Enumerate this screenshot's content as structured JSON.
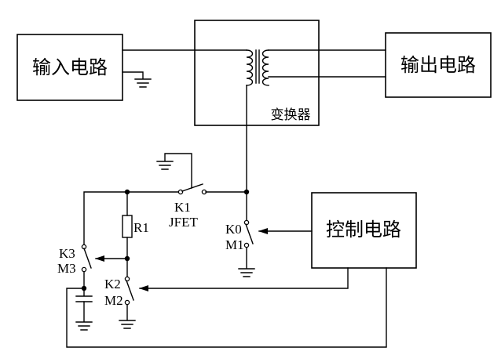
{
  "blocks": {
    "input": "输入电路",
    "output": "输出电路",
    "converter": "变换器",
    "control": "控制电路"
  },
  "components": {
    "r1": "R1",
    "k1": "K1",
    "jfet": "JFET",
    "k0": "K0",
    "m1": "M1",
    "k3": "K3",
    "m3": "M3",
    "k2": "K2",
    "m2": "M2"
  }
}
